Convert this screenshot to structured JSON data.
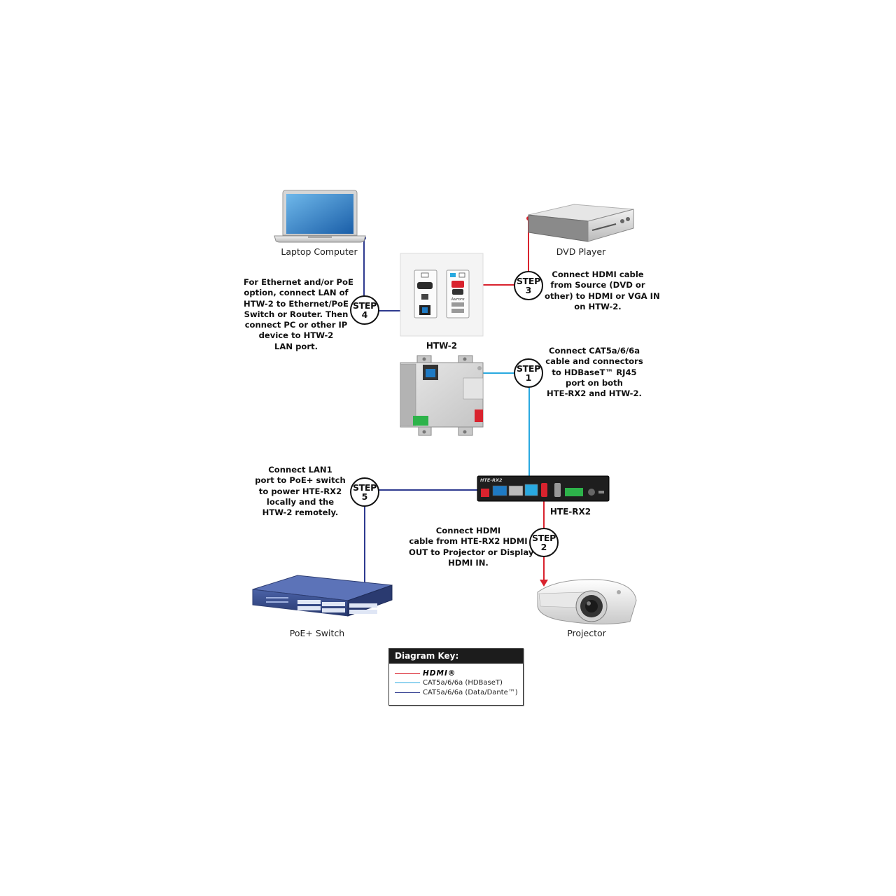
{
  "devices": {
    "laptop": "Laptop Computer",
    "dvd": "DVD Player",
    "htw2": "HTW-2",
    "hte_rx2": "HTE-RX2",
    "switch": "PoE+ Switch",
    "projector": "Projector"
  },
  "panel_text": {
    "brand": "Aurora",
    "rx_model": "HTE-RX2"
  },
  "steps": {
    "word": "STEP",
    "s1": "1",
    "s2": "2",
    "s3": "3",
    "s4": "4",
    "s5": "5"
  },
  "instructions": {
    "step1": [
      "Connect CAT5a/6/6a",
      "cable and connectors",
      "to HDBaseT™ RJ45",
      "port on both",
      "HTE-RX2 and HTW-2."
    ],
    "step2": [
      "Connect HDMI",
      "cable from HTE-RX2 HDMI",
      "OUT to Projector or Display",
      "HDMI IN."
    ],
    "step3": [
      "Connect HDMI cable",
      "from Source (DVD or",
      "other) to HDMI or VGA IN",
      "on HTW-2."
    ],
    "step4": [
      "For Ethernet and/or PoE",
      "option, connect LAN of",
      "HTW-2 to Ethernet/PoE",
      "Switch or Router. Then",
      "connect PC or other IP",
      "device to HTW-2",
      "LAN port."
    ],
    "step5": [
      "Connect LAN1",
      "port to PoE+ switch",
      "to power HTE-RX2",
      "locally and the",
      "HTW-2 remotely."
    ]
  },
  "key": {
    "title": "Diagram Key:",
    "rows": [
      {
        "label": "HDMI®",
        "color": "#d9232e"
      },
      {
        "label": "CAT5a/6/6a (HDBaseT)",
        "color": "#29a9e0"
      },
      {
        "label": "CAT5a/6/6a (Data/Dante™)",
        "color": "#2e3a8f"
      }
    ]
  },
  "colors": {
    "hdmi": "#d9232e",
    "hdbaset": "#29a9e0",
    "data": "#2e3a8f"
  }
}
